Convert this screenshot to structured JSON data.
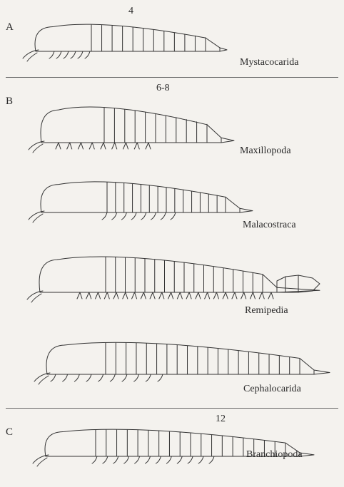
{
  "sections": [
    {
      "letter": "A",
      "number": "4",
      "taxa": [
        "Mystacocarida"
      ]
    },
    {
      "letter": "B",
      "number": "6-8",
      "taxa": [
        "Maxillopoda",
        "Malacostraca",
        "Remipedia",
        "Cephalocarida"
      ]
    },
    {
      "letter": "C",
      "number": "12",
      "taxa": [
        "Branchiopoda"
      ]
    }
  ]
}
